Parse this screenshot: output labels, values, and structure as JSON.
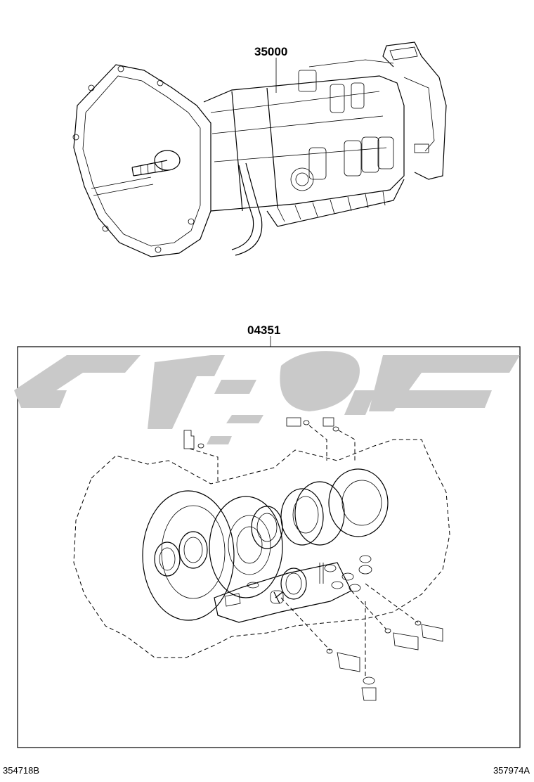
{
  "parts": {
    "transmission_assy": "35000",
    "overhaul_gasket_kit": "04351"
  },
  "footer": {
    "left_code": "354718B",
    "right_code": "357974A"
  },
  "colors": {
    "line": "#000000",
    "watermark": "#c9c9c9",
    "background": "#ffffff"
  }
}
